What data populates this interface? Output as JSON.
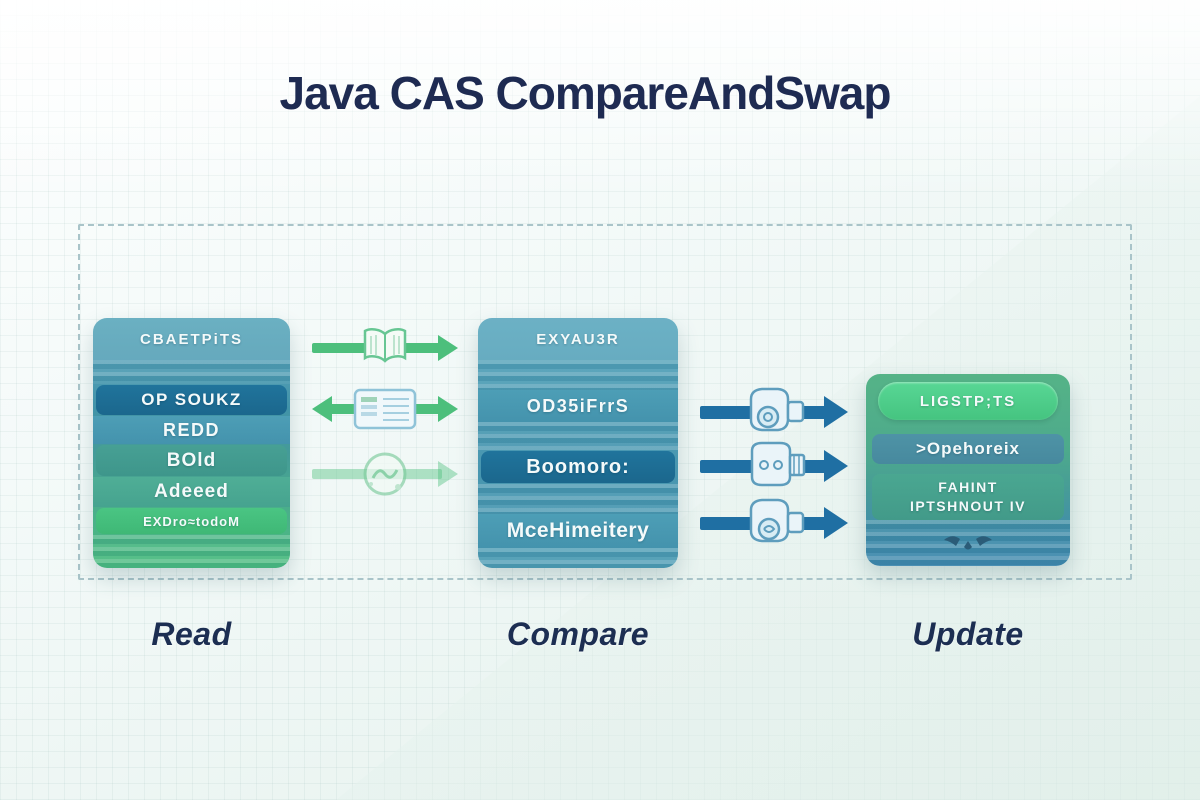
{
  "page": {
    "title": "Java CAS CompareAndSwap"
  },
  "columns": {
    "read": {
      "label": "Read",
      "rows": {
        "header": "CBAETPiTS",
        "r1": "OP SOUKZ",
        "r2": "REDD",
        "r3": "BOld",
        "r4": "Adeeed",
        "r5": "EXDro≈todoM"
      }
    },
    "compare": {
      "label": "Compare",
      "rows": {
        "header": "EXYAU3R",
        "r1": "OD35iFrrS",
        "r2": "Boomoro:",
        "r3": "MceHimeitery"
      }
    },
    "update": {
      "label": "Update",
      "rows": {
        "r1": "LIGSTP;TS",
        "r2": ">Opehoreix",
        "r3a": "FAHINT",
        "r3b": "IPTSHNOUT IV"
      }
    }
  },
  "icons": {
    "green_arrow_icons": [
      "book-icon",
      "id-card-icon",
      "badge-icon"
    ],
    "blue_arrow_icons": [
      "connector-icon",
      "connector-icon",
      "connector-icon"
    ],
    "update_footer_icon": "bird-icon"
  },
  "colors": {
    "title_text": "#1e2b52",
    "label_text": "#1c2e52",
    "arrow_green": "#4dbf7c",
    "arrow_blue": "#1f6fa3",
    "box_dark_blue": "#1d6d95",
    "box_teal": "#4f9cb5",
    "box_green": "#45c07f",
    "pill_green": "#4fd08d",
    "dashed_border": "#a9c4c9"
  }
}
